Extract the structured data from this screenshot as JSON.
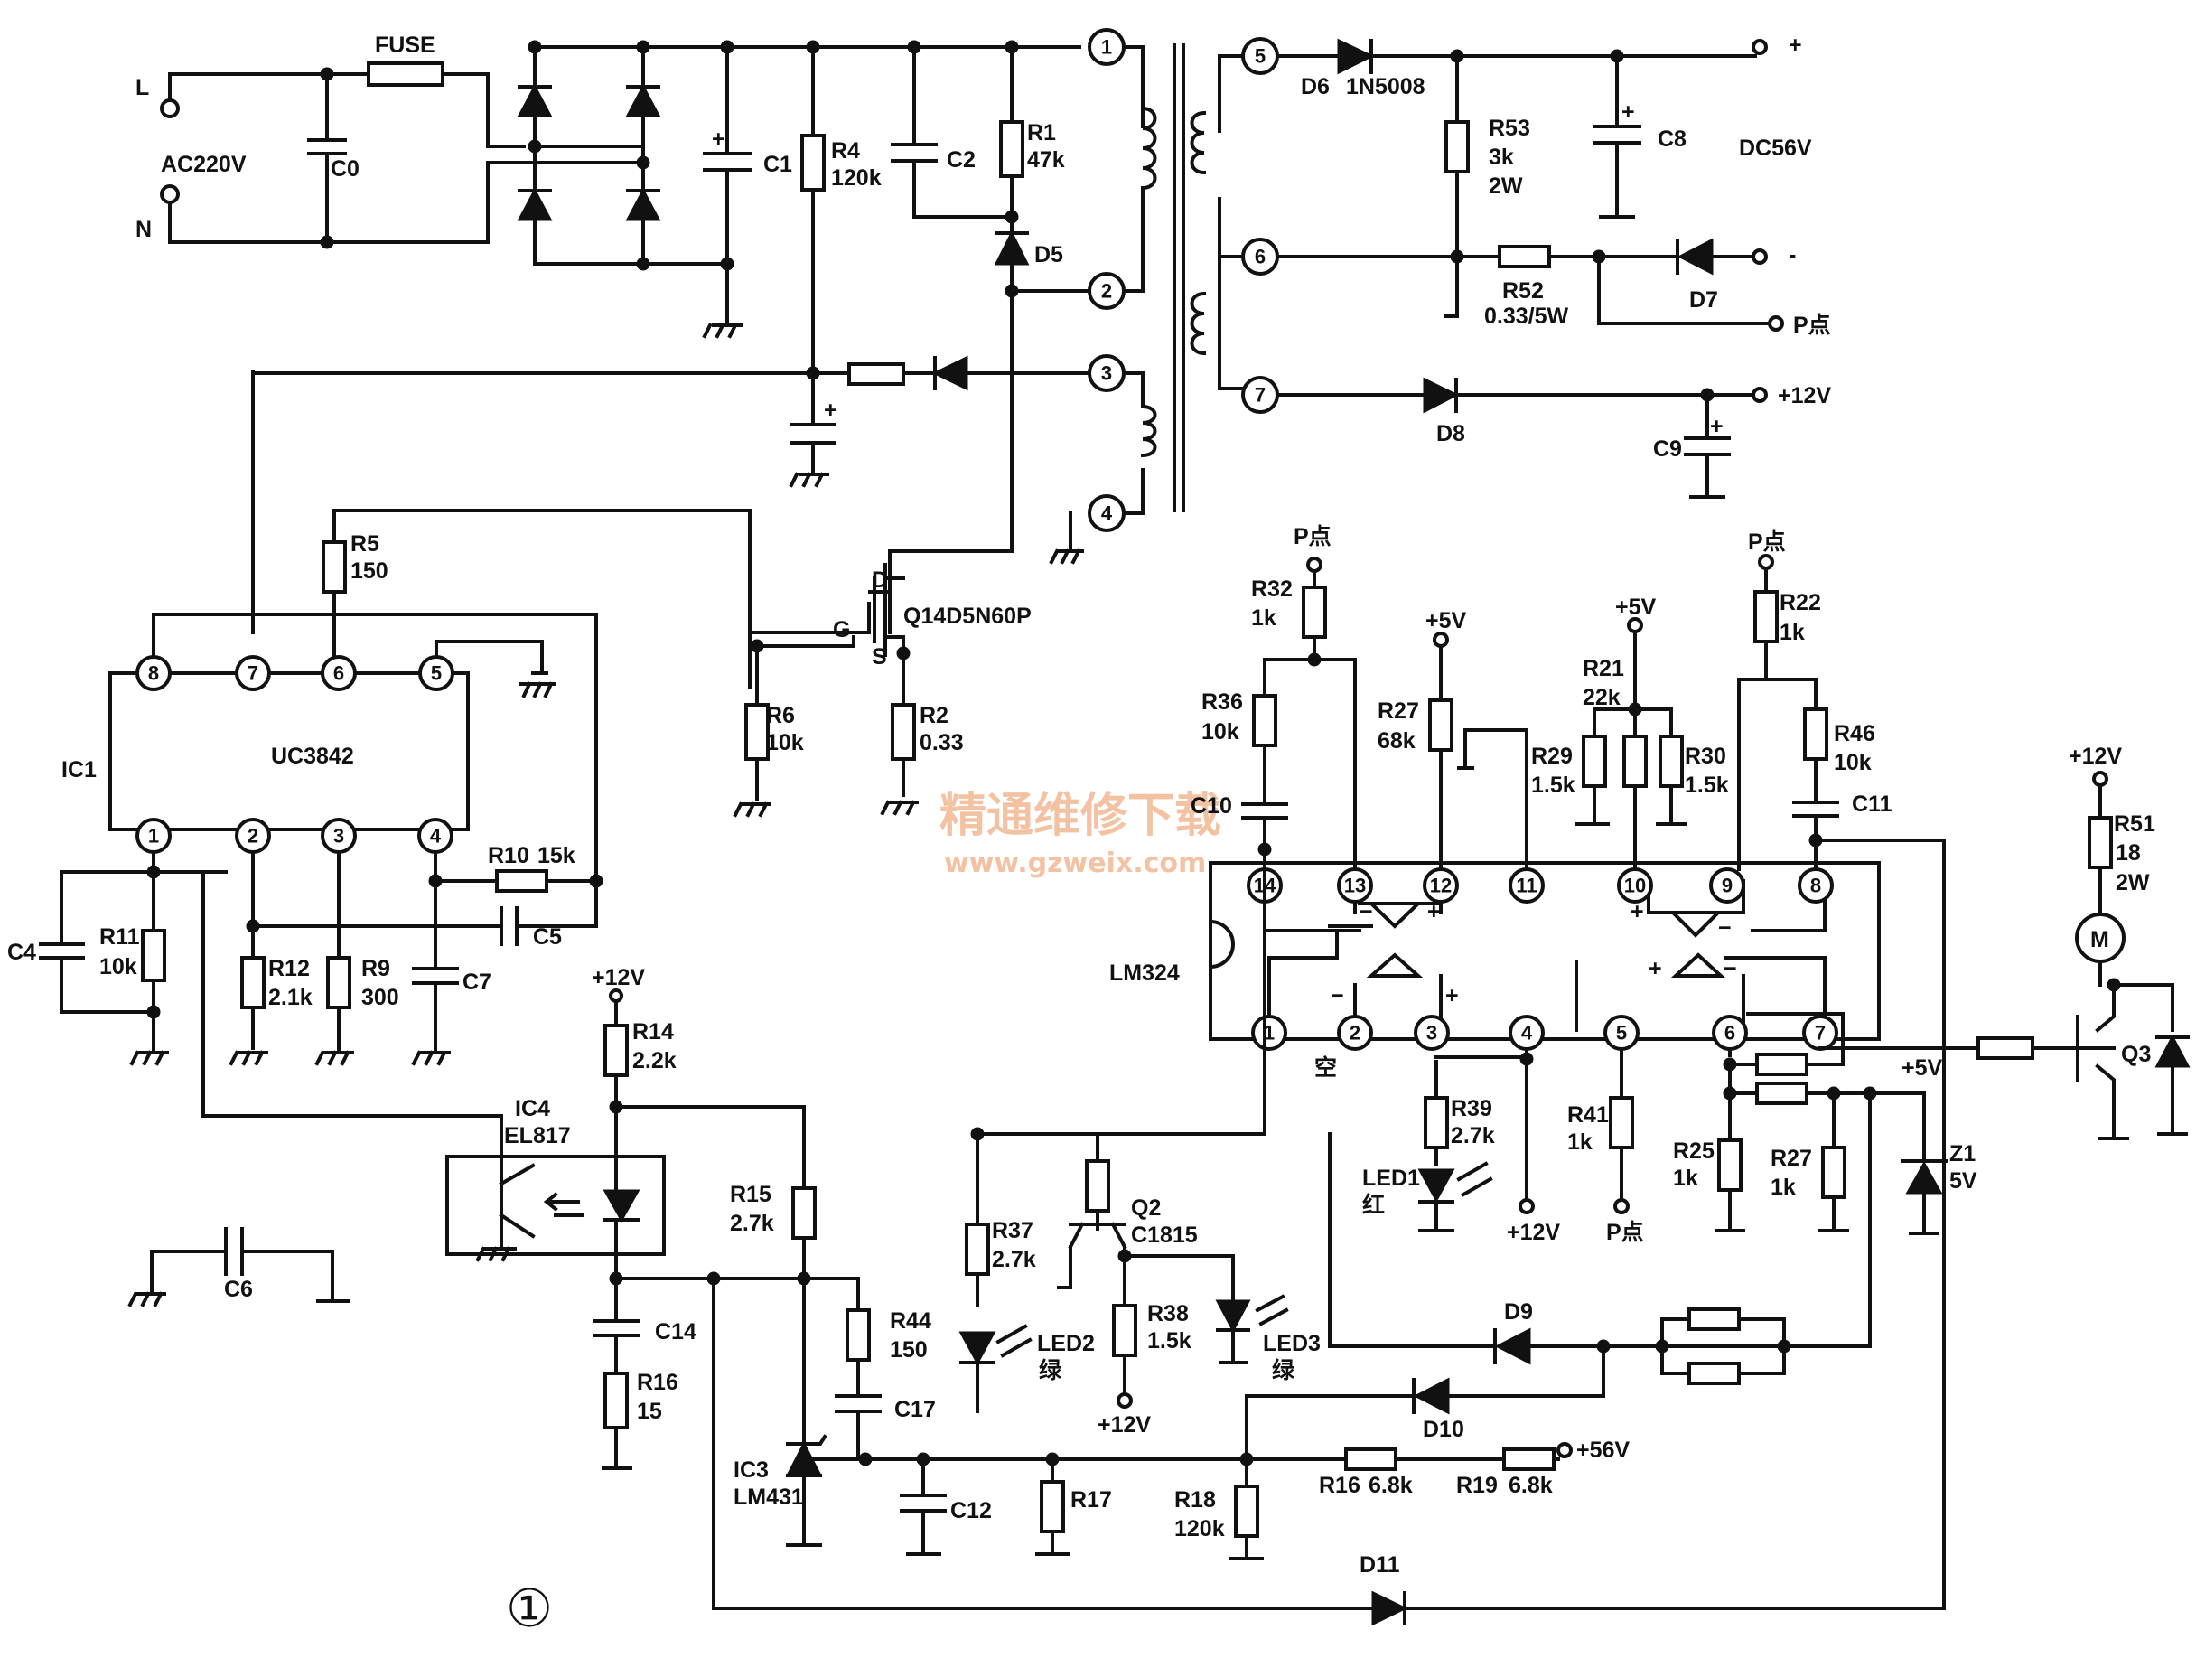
{
  "watermark": {
    "line1": "精通维修下载",
    "line2": "www.gzweix.com"
  },
  "figure_number": "①",
  "input": {
    "l": "L",
    "n": "N",
    "ac": "AC220V",
    "fuse": "FUSE",
    "c0": "C0",
    "c1": "C1",
    "c2": "C2",
    "plus": "+"
  },
  "primary": {
    "r4": "R4",
    "r4v": "120k",
    "r1": "R1",
    "r1v": "47k",
    "d5": "D5",
    "r5": "R5",
    "r5v": "150",
    "r6": "R6",
    "r6v": "10k",
    "r2": "R2",
    "r2v": "0.33",
    "q1": "Q14D5N60P",
    "d": "D",
    "g": "G",
    "s": "S"
  },
  "transformer_pins": [
    "1",
    "2",
    "3",
    "4",
    "5",
    "6",
    "7"
  ],
  "secondary": {
    "d6": "D6",
    "d6v": "1N5008",
    "plus": "+",
    "minus": "-",
    "r53": "R53",
    "r53v": "3k",
    "r53w": "2W",
    "c8": "C8",
    "dc": "DC56V",
    "r52": "R52",
    "r52v": "0.33/5W",
    "d7": "D7",
    "p": "P点",
    "d8": "D8",
    "c9": "C9",
    "v12": "+12V"
  },
  "ic1": {
    "ref": "IC1",
    "name": "UC3842",
    "pins": [
      "8",
      "7",
      "6",
      "5",
      "1",
      "2",
      "3",
      "4"
    ],
    "r10": "R10",
    "r10v": "15k",
    "c5": "C5",
    "c4": "C4",
    "r11": "R11",
    "r11v": "10k",
    "r12": "R12",
    "r12v": "2.1k",
    "r9": "R9",
    "r9v": "300",
    "c7": "C7"
  },
  "feedback": {
    "v12": "+12V",
    "r14": "R14",
    "r14v": "2.2k",
    "ic4": "IC4",
    "ic4v": "EL817",
    "c6": "C6",
    "r15": "R15",
    "r15v": "2.7k",
    "c14": "C14",
    "r16": "R16",
    "r16v": "15",
    "r44": "R44",
    "r44v": "150",
    "c17": "C17",
    "ic3": "IC3",
    "ic3v": "LM431",
    "c12": "C12",
    "r17": "R17",
    "r18": "R18",
    "r18v": "120k",
    "r16b": "R16",
    "r16bv": "6.8k",
    "r19": "R19",
    "r19v": "6.8k",
    "v56": "+56V",
    "d11": "D11"
  },
  "lm324": {
    "name": "LM324",
    "pins": [
      "14",
      "13",
      "12",
      "11",
      "10",
      "9",
      "8",
      "1",
      "2",
      "3",
      "4",
      "5",
      "6",
      "7"
    ],
    "empty": "空",
    "p_top1": "P点",
    "r32": "R32",
    "r32v": "1k",
    "r36": "R36",
    "r36v": "10k",
    "c10": "C10",
    "v5a": "+5V",
    "r27": "R27",
    "r27v": "68k",
    "r29": "R29",
    "r29v": "1.5k",
    "v5b": "+5V",
    "r21": "R21",
    "r21v": "22k",
    "r30": "R30",
    "r30v": "1.5k",
    "p_top2": "P点",
    "r22": "R22",
    "r22v": "1k",
    "r46": "R46",
    "r46v": "10k",
    "c11": "C11",
    "r39": "R39",
    "r39v": "2.7k",
    "led1": "LED1",
    "led1c": "红",
    "v12": "+12V",
    "r41": "R41",
    "r41v": "1k",
    "p_bot": "P点",
    "r25": "R25",
    "r25v": "1k",
    "r27b": "R27",
    "r27bv": "1k",
    "z1": "Z1",
    "z1v": "5V",
    "v5c": "+5V"
  },
  "indicators": {
    "r37": "R37",
    "r37v": "2.7k",
    "led2": "LED2",
    "led2c": "绿",
    "q2": "Q2",
    "q2v": "C1815",
    "r38": "R38",
    "r38v": "1.5k",
    "v12": "+12V",
    "led3": "LED3",
    "led3c": "绿",
    "d9": "D9",
    "d10": "D10"
  },
  "fan": {
    "v12": "+12V",
    "r51": "R51",
    "r51v": "18",
    "r51w": "2W",
    "m": "M",
    "q3": "Q3"
  }
}
